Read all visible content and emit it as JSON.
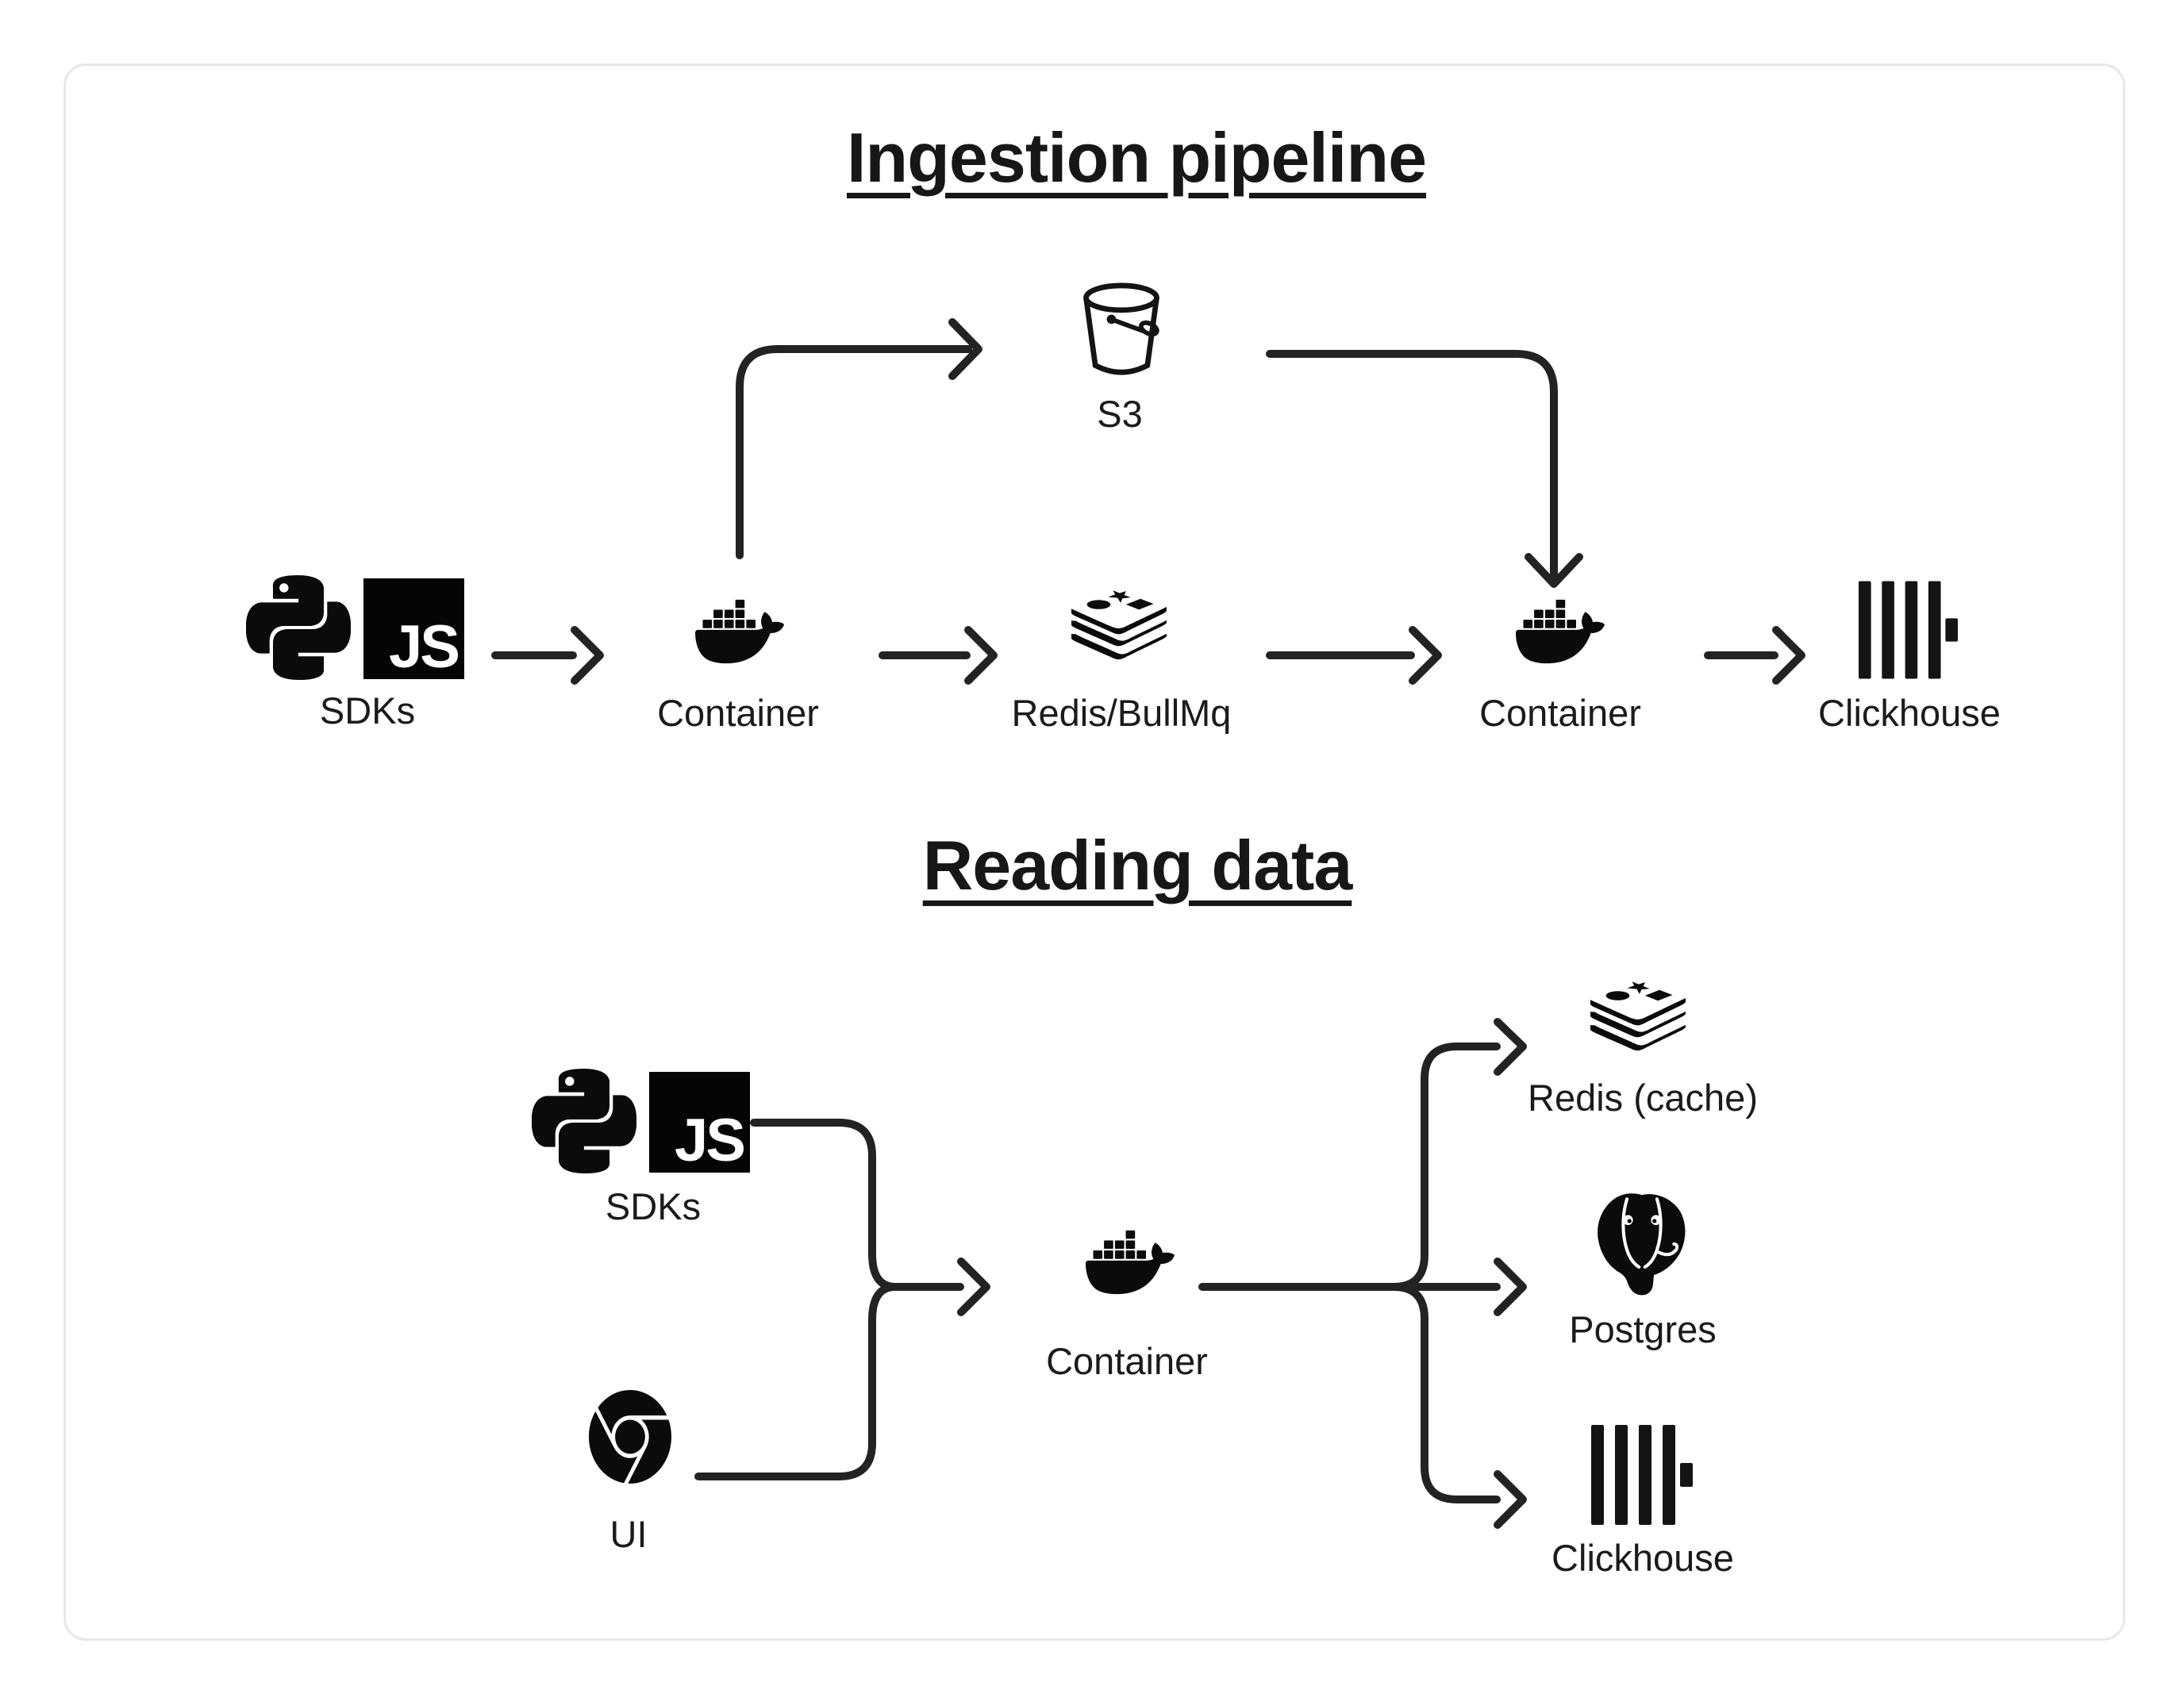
{
  "ingestion": {
    "title": "Ingestion pipeline",
    "nodes": {
      "sdks": {
        "label": "SDKs"
      },
      "container1": {
        "label": "Container"
      },
      "s3": {
        "label": "S3"
      },
      "redis": {
        "label": "Redis/BullMq"
      },
      "container2": {
        "label": "Container"
      },
      "clickhouse": {
        "label": "Clickhouse"
      }
    }
  },
  "reading": {
    "title": "Reading data",
    "nodes": {
      "sdks": {
        "label": "SDKs"
      },
      "ui": {
        "label": "UI"
      },
      "container": {
        "label": "Container"
      },
      "redis_cache": {
        "label": "Redis (cache)"
      },
      "postgres": {
        "label": "Postgres"
      },
      "clickhouse": {
        "label": "Clickhouse"
      }
    }
  },
  "badges": {
    "js": "JS"
  },
  "colors": {
    "ink": "#111111",
    "line": "#232323",
    "card_border": "#e7e7e7",
    "background": "#ffffff"
  }
}
